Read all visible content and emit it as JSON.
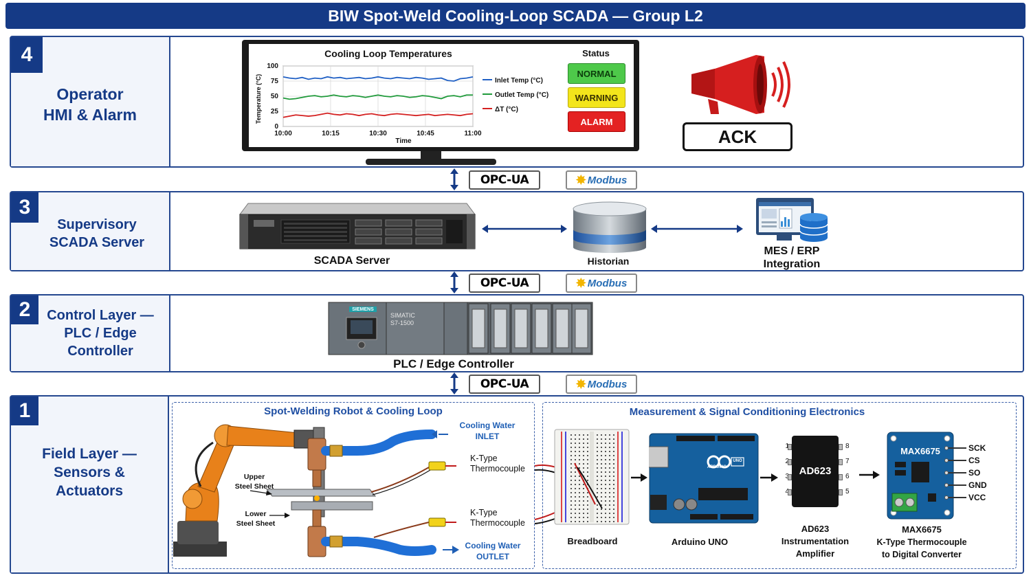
{
  "title": "BIW Spot-Weld Cooling-Loop SCADA — Group L2",
  "layers": {
    "l4": {
      "number": "4",
      "line1": "Operator",
      "line2": "HMI & Alarm"
    },
    "l3": {
      "number": "3",
      "line1": "Supervisory",
      "line2": "SCADA Server"
    },
    "l2": {
      "number": "2",
      "line1": "Control Layer —",
      "line2": "PLC / Edge",
      "line3": "Controller"
    },
    "l1": {
      "number": "1",
      "line1": "Field Layer —",
      "line2": "Sensors &",
      "line3": "Actuators"
    }
  },
  "hmi": {
    "status_title": "Status",
    "normal": "NORMAL",
    "warning": "WARNING",
    "alarm": "ALARM",
    "ack": "ACK"
  },
  "chart_data": {
    "type": "line",
    "title": "Cooling Loop Temperatures",
    "xlabel": "Time",
    "ylabel": "Temperature (°C)",
    "ylim": [
      0,
      100
    ],
    "yticks": [
      "0",
      "25",
      "50",
      "75",
      "100"
    ],
    "xticks": [
      "10:00",
      "10:15",
      "10:30",
      "10:45",
      "11:00"
    ],
    "x": [
      0,
      2,
      4,
      6,
      8,
      10,
      12,
      14,
      16,
      18,
      20,
      22,
      24,
      26,
      28,
      30,
      32,
      34,
      36,
      38,
      40,
      42,
      44,
      46,
      48,
      50,
      52,
      54,
      56,
      58,
      60
    ],
    "series": [
      {
        "name": "Inlet Temp (°C)",
        "color": "#1f5fc4",
        "values": [
          82,
          80,
          79,
          81,
          78,
          80,
          79,
          82,
          80,
          81,
          79,
          80,
          81,
          79,
          80,
          82,
          80,
          79,
          81,
          80,
          79,
          81,
          80,
          78,
          79,
          80,
          76,
          75,
          79,
          80,
          82
        ]
      },
      {
        "name": "Outlet Temp (°C)",
        "color": "#1f9a3a",
        "values": [
          47,
          45,
          46,
          48,
          50,
          51,
          49,
          50,
          52,
          50,
          49,
          51,
          50,
          48,
          50,
          52,
          50,
          49,
          51,
          50,
          48,
          49,
          51,
          50,
          48,
          46,
          50,
          51,
          49,
          52,
          52
        ]
      },
      {
        "name": "ΔT (°C)",
        "color": "#d42020",
        "values": [
          15,
          17,
          19,
          18,
          17,
          18,
          20,
          22,
          20,
          19,
          21,
          20,
          18,
          20,
          21,
          19,
          18,
          20,
          21,
          20,
          19,
          18,
          19,
          20,
          18,
          19,
          20,
          19,
          18,
          20,
          21
        ]
      }
    ]
  },
  "protocols": {
    "opc": "OPC-UA",
    "modbus": "Modbus"
  },
  "supervisory": {
    "scada_server": "SCADA Server",
    "historian": "Historian",
    "mes_line1": "MES / ERP",
    "mes_line2": "Integration"
  },
  "control": {
    "caption": "PLC / Edge Controller",
    "brand": "SIEMENS",
    "model_line1": "SIMATIC",
    "model_line2": "S7-1500"
  },
  "field": {
    "robot_panel_title": "Spot-Welding Robot & Cooling Loop",
    "electronics_panel_title": "Measurement & Signal Conditioning Electronics",
    "cooling_in_line1": "Cooling Water",
    "cooling_in_line2": "INLET",
    "cooling_out_line1": "Cooling Water",
    "cooling_out_line2": "OUTLET",
    "tc1_line1": "K-Type",
    "tc1_line2": "Thermocouple",
    "tc2_line1": "K-Type",
    "tc2_line2": "Thermocouple",
    "upper_line1": "Upper",
    "upper_line2": "Steel Sheet",
    "lower_line1": "Lower",
    "lower_line2": "Steel Sheet",
    "breadboard": "Breadboard",
    "arduino": "Arduino UNO",
    "arduino_text": "ARDUINO",
    "arduino_uno": "UNO",
    "amp_chip": "AD623",
    "amp_line1": "AD623",
    "amp_line2": "Instrumentation",
    "amp_line3": "Amplifier",
    "amp_pins_left": [
      "1",
      "2",
      "3",
      "4"
    ],
    "amp_pins_right": [
      "8",
      "7",
      "6",
      "5"
    ],
    "max_chip": "MAX6675",
    "max_line1": "MAX6675",
    "max_line2": "K-Type Thermocouple",
    "max_line3": "to Digital Converter",
    "max_pins": [
      "SCK",
      "CS",
      "SO",
      "GND",
      "VCC"
    ]
  }
}
